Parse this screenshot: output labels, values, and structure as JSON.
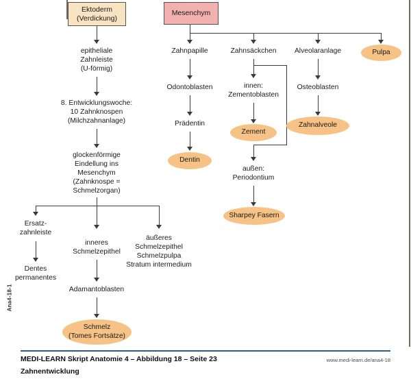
{
  "figure": {
    "side_caption": "Ana4-18-1"
  },
  "nodes": {
    "ektoderm": {
      "line1": "Ektoderm",
      "line2": "(Verdickung)"
    },
    "mesenchym": {
      "line1": "Mesenchym"
    },
    "epitheliale": {
      "line1": "epitheliale",
      "line2": "Zahnleiste",
      "line3": "(U-förmig)"
    },
    "woche8": {
      "line1": "8. Entwicklungswoche:",
      "line2": "10 Zahnknospen",
      "line3": "(Milchzahnanlage)"
    },
    "glocke": {
      "line1": "glockenförmige",
      "line2": "Eindellung ins",
      "line3": "Mesenchym",
      "line4": "(Zahnknospe =",
      "line5": "Schmelzorgan)"
    },
    "ersatz": {
      "line1": "Ersatz-",
      "line2": "zahnleiste"
    },
    "dentes": {
      "line1": "Dentes",
      "line2": "permanentes"
    },
    "inneres": {
      "line1": "inneres",
      "line2": "Schmelzepithel"
    },
    "adamanto": {
      "line1": "Adamantoblasten"
    },
    "schmelz": {
      "line1": "Schmelz",
      "line2": "(Tomes Fortsätze)"
    },
    "aeusseres": {
      "line1": "äußeres",
      "line2": "Schmelzepithel",
      "line3": "Schmelzpulpa",
      "line4": "Stratum intermedium"
    },
    "zahnpapille": {
      "line1": "Zahnpapille"
    },
    "odontoblasten": {
      "line1": "Odontoblasten"
    },
    "praedentin": {
      "line1": "Prädentin"
    },
    "dentin": {
      "line1": "Dentin"
    },
    "zahnsaeckchen": {
      "line1": "Zahnsäckchen"
    },
    "innen": {
      "line1": "innen:",
      "line2": "Zementoblasten"
    },
    "zement": {
      "line1": "Zement"
    },
    "aussen": {
      "line1": "außen:",
      "line2": "Periodontium"
    },
    "sharpey": {
      "line1": "Sharpey Fasern"
    },
    "alveolaranlage": {
      "line1": "Alveolaranlage"
    },
    "osteoblasten": {
      "line1": "Osteoblasten"
    },
    "zahnalveole": {
      "line1": "Zahnalveole"
    },
    "pulpa": {
      "line1": "Pulpa"
    }
  },
  "footer": {
    "title": "MEDI-LEARN Skript Anatomie 4 – Abbildung 18 – Seite 23",
    "subtitle": "Zahnentwicklung",
    "url": "www.medi-learn.de/ana4-18"
  },
  "colors": {
    "ektoderm_fill": "#f8e3c2",
    "mesenchym_fill": "#f2b1ae",
    "ellipse_fill": "#f6c285",
    "connector": "#3a3a3a",
    "rule": "#2b58a6",
    "frame": "#6f6b60"
  }
}
